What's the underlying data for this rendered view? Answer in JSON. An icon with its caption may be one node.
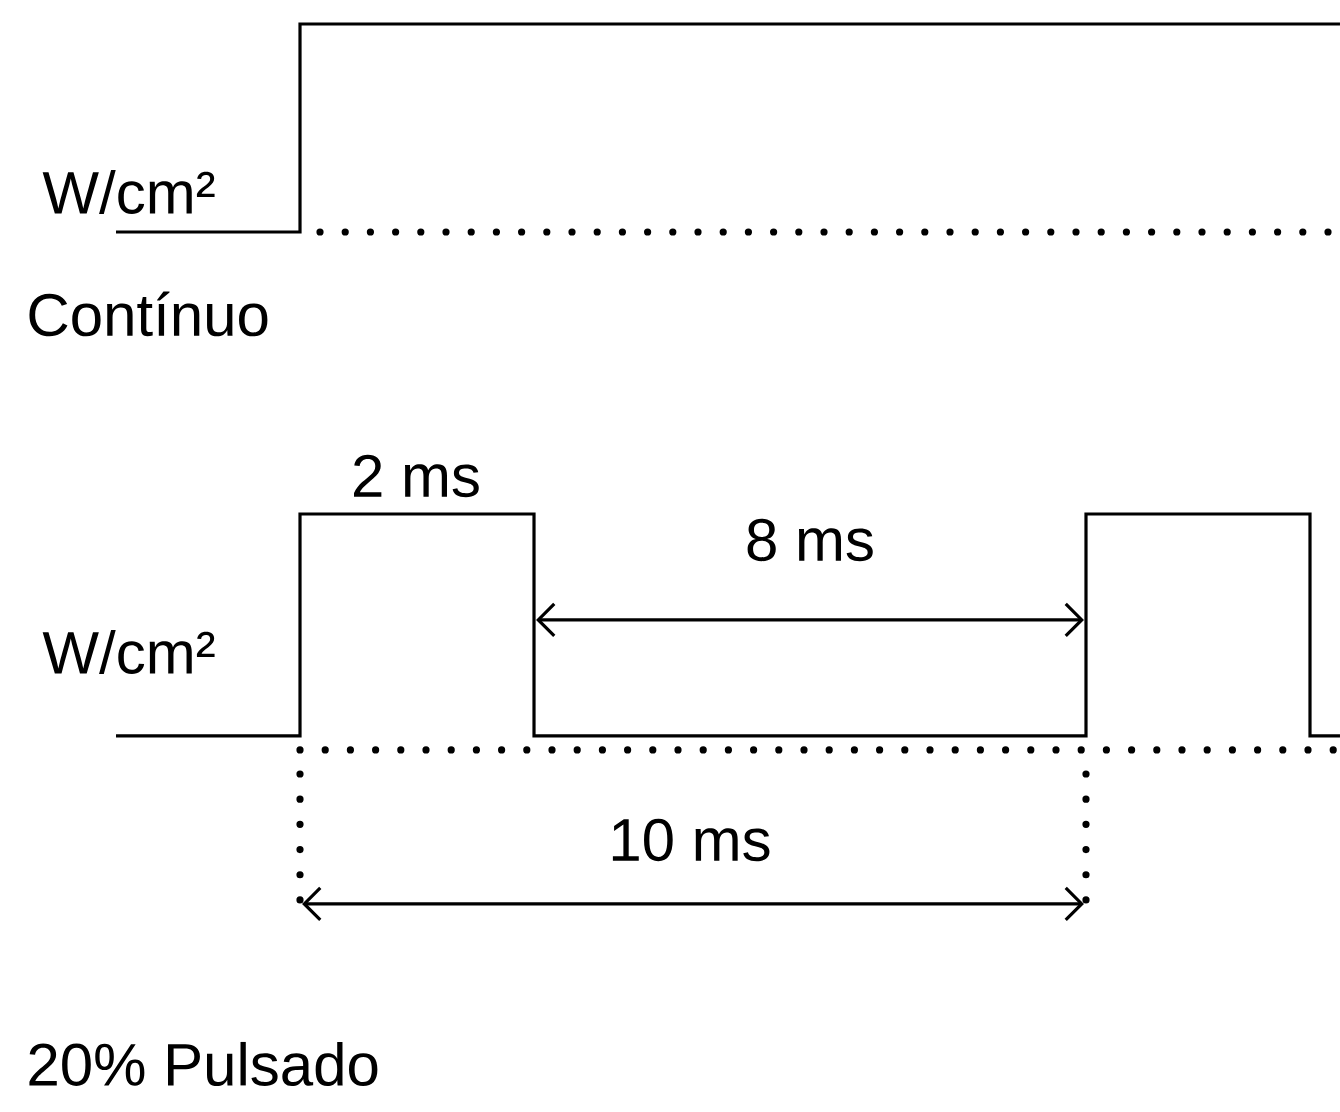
{
  "diagram": {
    "labels": [
      "W/cm²",
      "Contínuo",
      "2 ms",
      "8 ms",
      "W/cm²",
      "10 ms",
      "20% Pulsado"
    ]
  }
}
